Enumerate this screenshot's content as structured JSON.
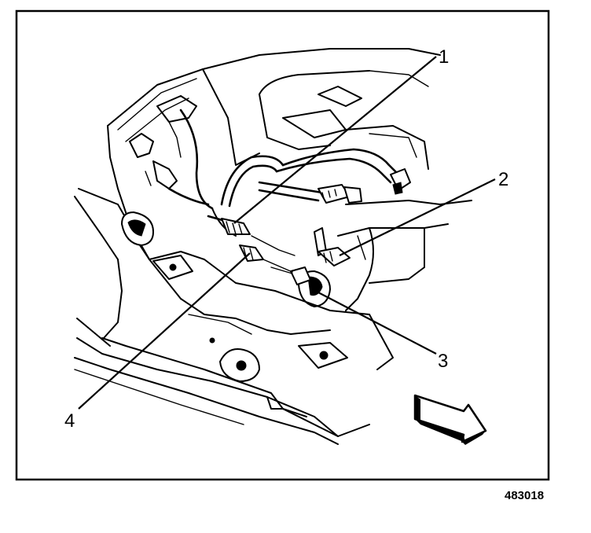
{
  "diagram": {
    "callouts": [
      {
        "id": "1",
        "label": "1"
      },
      {
        "id": "2",
        "label": "2"
      },
      {
        "id": "3",
        "label": "3"
      },
      {
        "id": "4",
        "label": "4"
      }
    ],
    "figure_id": "483018",
    "direction_arrow_icon": "front-arrow-icon"
  }
}
